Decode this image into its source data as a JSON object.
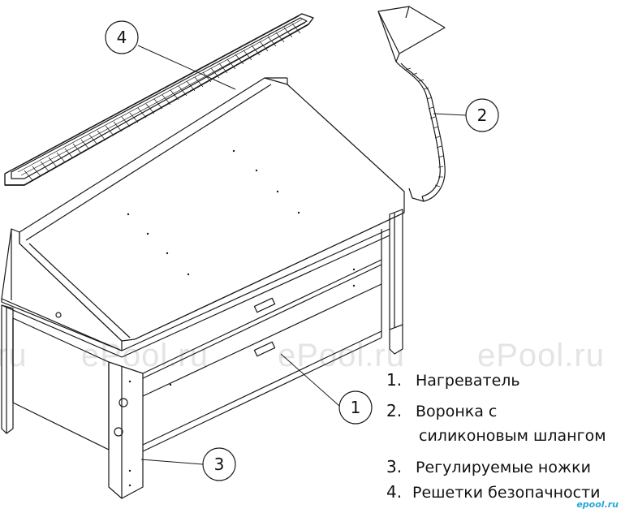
{
  "watermarks": [
    "ru",
    "ePool.ru",
    "ePool.ru",
    "ePool.ru"
  ],
  "callouts": [
    "1",
    "2",
    "3",
    "4"
  ],
  "legend": [
    {
      "num": "1.",
      "text": "Нагреватель"
    },
    {
      "num": "2.",
      "text": "Воронка с",
      "text2": "силиконовым шлангом"
    },
    {
      "num": "3.",
      "text": "Регулируемые ножки"
    },
    {
      "num": "4.",
      "text": "Решетки безопачности"
    }
  ],
  "brand": "epool.ru",
  "colors": {
    "line": "#1a1a1a",
    "watermark": "#e4e4e4",
    "brand": "#2aa7d6"
  }
}
